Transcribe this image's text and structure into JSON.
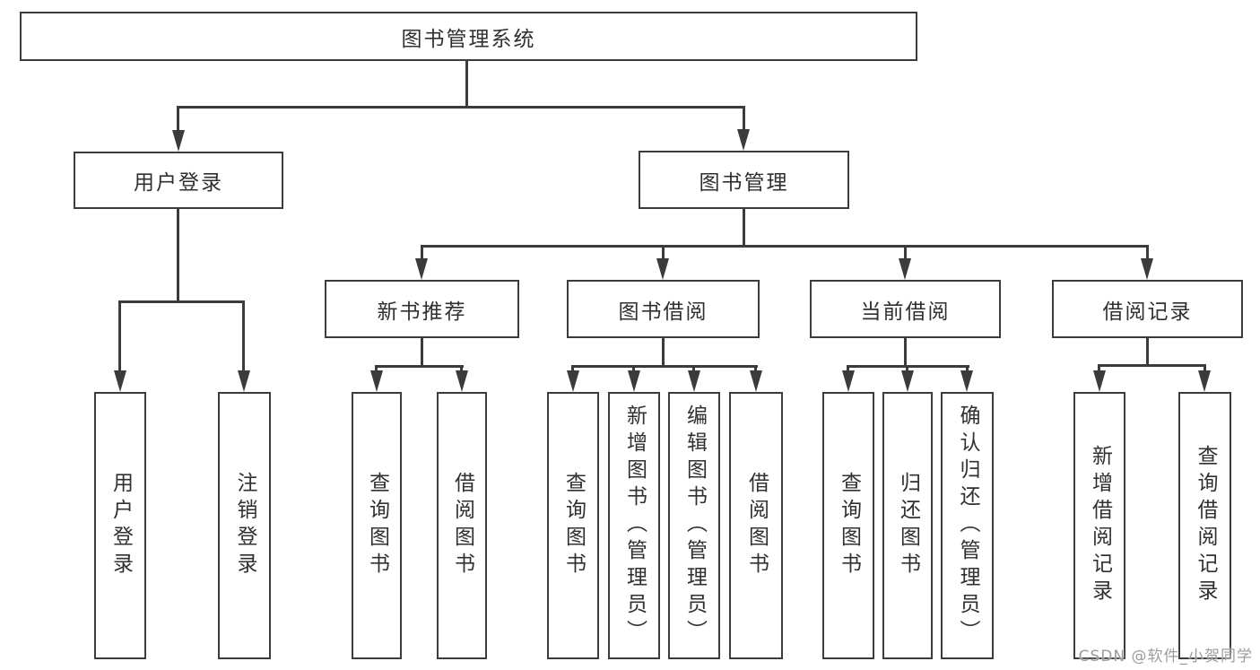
{
  "tree": {
    "root": {
      "label": "图书管理系统",
      "children": [
        {
          "label": "用户登录",
          "children": [
            {
              "label": "用户登录"
            },
            {
              "label": "注销登录"
            }
          ]
        },
        {
          "label": "图书管理",
          "children": [
            {
              "label": "新书推荐",
              "children": [
                {
                  "label": "查询图书"
                },
                {
                  "label": "借阅图书"
                }
              ]
            },
            {
              "label": "图书借阅",
              "children": [
                {
                  "label": "查询图书"
                },
                {
                  "label": "新增图书（管理员）"
                },
                {
                  "label": "编辑图书（管理员）"
                },
                {
                  "label": "借阅图书"
                }
              ]
            },
            {
              "label": "当前借阅",
              "children": [
                {
                  "label": "查询图书"
                },
                {
                  "label": "归还图书"
                },
                {
                  "label": "确认归还（管理员）"
                }
              ]
            },
            {
              "label": "借阅记录",
              "children": [
                {
                  "label": "新增借阅记录"
                },
                {
                  "label": "查询借阅记录"
                }
              ]
            }
          ]
        }
      ]
    }
  },
  "watermark": {
    "text": "CSDN @软件_小贺同学"
  },
  "colors": {
    "line": "#3b3b3b",
    "box_border": "#3b3b3b",
    "text": "#303030",
    "background": "#ffffff",
    "watermark": "#9c9c9c"
  }
}
